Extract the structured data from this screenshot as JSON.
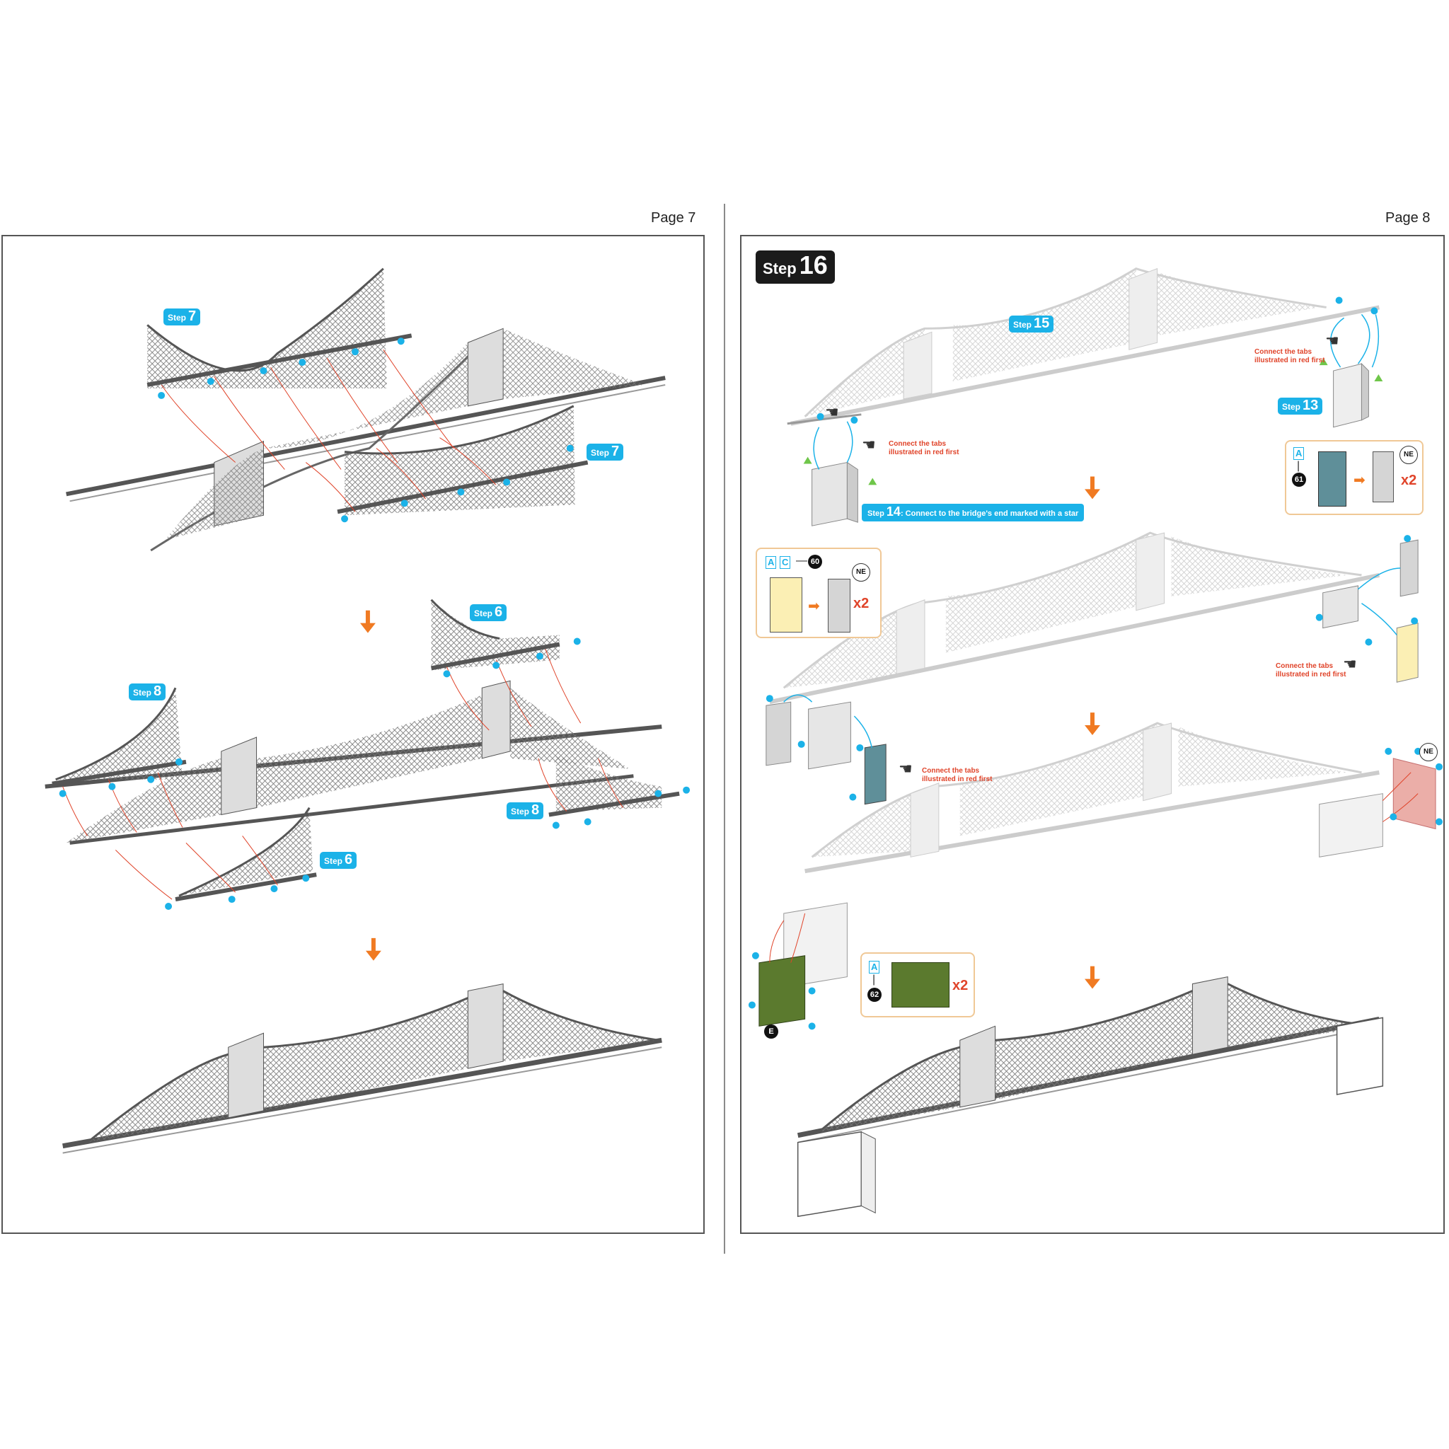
{
  "left_page": {
    "page_label": "Page 7",
    "badges": [
      {
        "word": "Step",
        "num": "7"
      },
      {
        "word": "Step",
        "num": "7"
      },
      {
        "word": "Step",
        "num": "6"
      },
      {
        "word": "Step",
        "num": "8"
      },
      {
        "word": "Step",
        "num": "8"
      },
      {
        "word": "Step",
        "num": "6"
      }
    ]
  },
  "right_page": {
    "page_label": "Page 8",
    "main_step": {
      "word": "Step",
      "num": "16"
    },
    "badges": [
      {
        "word": "Step",
        "num": "15"
      },
      {
        "word": "Step",
        "num": "13"
      }
    ],
    "step14": {
      "word": "Step",
      "num": "14",
      "text": ": Connect to the bridge's end marked with a star"
    },
    "tab_note_line1": "Connect the tabs",
    "tab_note_line2": "illustrated in red first",
    "box_61": {
      "tags": [
        "A"
      ],
      "part": "61",
      "orientation": "NE",
      "count": "x2"
    },
    "box_60": {
      "tags": [
        "A",
        "C"
      ],
      "part": "60",
      "orientation": "NE",
      "count": "x2"
    },
    "box_62": {
      "tags": [
        "A"
      ],
      "part": "62",
      "count": "x2"
    },
    "marker_e": "E",
    "ne_label": "NE"
  },
  "colors": {
    "accent_blue": "#1bb2e8",
    "arrow_orange": "#f07a22",
    "line_red": "#e0442a",
    "part_teal": "#5f8f99",
    "part_cream": "#fbefb4",
    "part_green": "#5b7a2e"
  }
}
